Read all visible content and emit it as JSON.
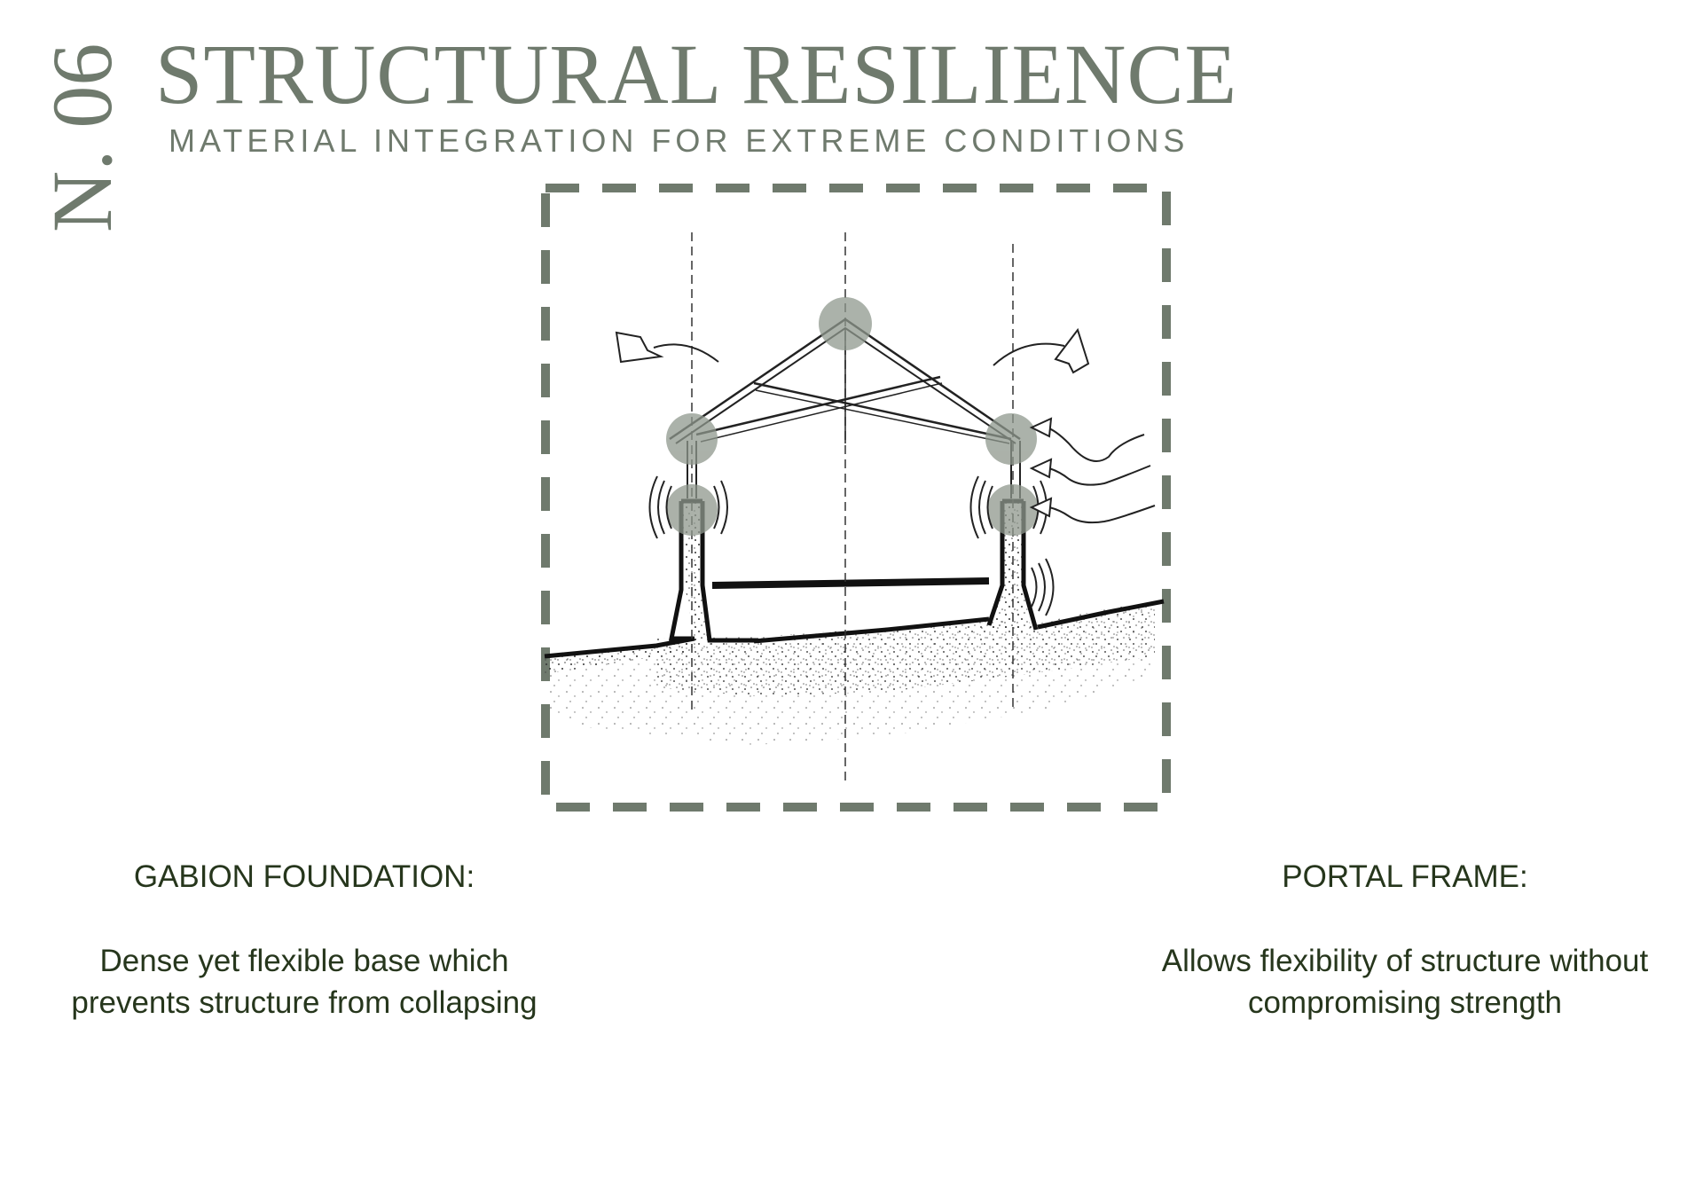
{
  "header": {
    "sheet_number": "N. 06",
    "title": "STRUCTURAL RESILIENCE",
    "subtitle": "MATERIAL INTEGRATION FOR EXTREME CONDITIONS"
  },
  "colors": {
    "accent": "#6f7a6d",
    "caption_text": "#26361c",
    "joint_highlight": "#8f988d"
  },
  "diagram": {
    "icons": [
      "wind-arrow-icon",
      "rotation-arrow-icon",
      "vibration-icon",
      "joint-marker-icon"
    ]
  },
  "captions": {
    "left": {
      "heading": "GABION FOUNDATION:",
      "body": "Dense yet flexible base which prevents structure from collapsing"
    },
    "right": {
      "heading": "PORTAL FRAME:",
      "body": "Allows flexibility of structure without compromising strength"
    }
  }
}
